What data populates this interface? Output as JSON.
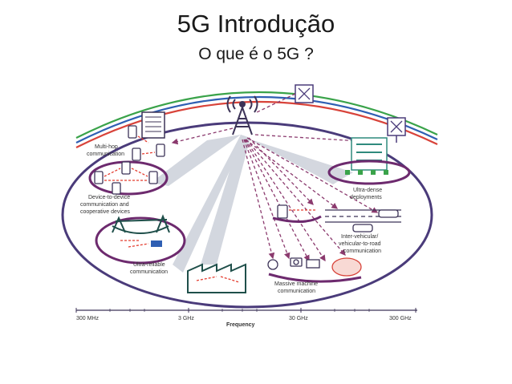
{
  "slide": {
    "title": "5G Introdução",
    "subtitle": "O que é o 5G ?"
  },
  "diagram": {
    "labels": {
      "multi_hop": [
        "Multi-hop",
        "communication"
      ],
      "d2d": [
        "Device-to-device",
        "communication and",
        "cooperative devices"
      ],
      "ultra_reliable": [
        "Ultra-reliable",
        "communication"
      ],
      "massive_machine": [
        "Massive machine",
        "communication"
      ],
      "ultra_dense": [
        "Ultra-dense",
        "deployments"
      ],
      "v2x": [
        "Inter-vehicular/",
        "vehicular-to-road",
        "communication"
      ]
    },
    "axis": {
      "ticks": [
        "300 MHz",
        "3 GHz",
        "30 GHz",
        "300 GHz"
      ],
      "label": "Frequency"
    },
    "colors": {
      "ellipse_stroke": "#4a3b7a",
      "ellipse_fill": "#d9dde6",
      "accent_purple": "#6d2a6e",
      "dashed_purple": "#8b3a6e",
      "red_arrow": "#e43c2f",
      "teal": "#2f8a7d",
      "green_arc": "#3aa34a",
      "blue_arc": "#2f5fb3",
      "red_arc": "#d8433a"
    }
  }
}
